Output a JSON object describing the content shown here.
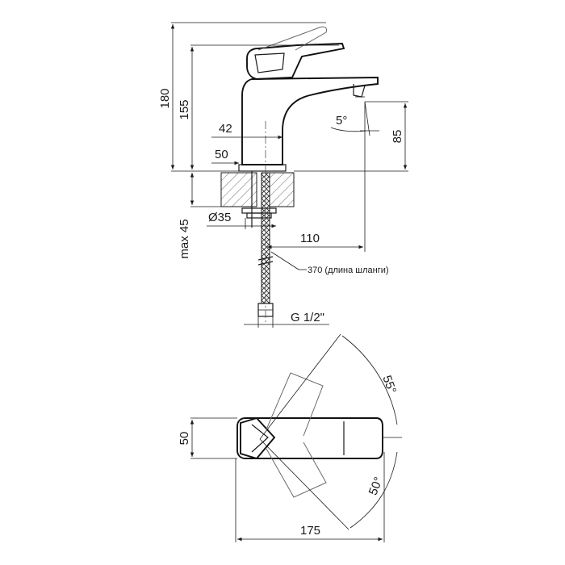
{
  "side_view": {
    "dims": {
      "height_total": "180",
      "height_body": "155",
      "width_42": "42",
      "width_50": "50",
      "spout_height": "85",
      "spout_angle": "5°",
      "hole_diameter": "Ø35",
      "reach": "110",
      "max_thickness": "max 45",
      "hose_note": "370 (длина шланги)",
      "thread": "G 1/2\""
    }
  },
  "top_view": {
    "dims": {
      "depth": "50",
      "length": "175",
      "angle_55": "55°",
      "angle_50": "50°"
    }
  }
}
